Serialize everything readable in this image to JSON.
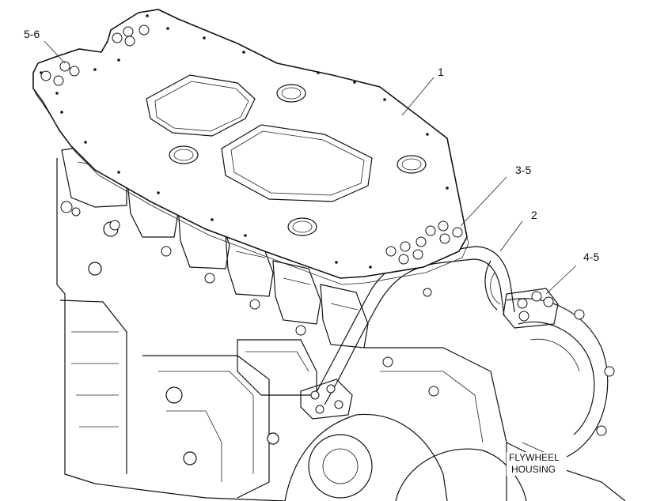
{
  "diagram": {
    "callouts": {
      "c1": "1",
      "c2": "2",
      "c35": "3-5",
      "c45": "4-5",
      "c56": "5-6"
    },
    "flywheel_line1": "FLYWHEEL",
    "flywheel_line2": "HOUSING"
  },
  "colors": {
    "line": "#111111",
    "background": "#ffffff"
  }
}
